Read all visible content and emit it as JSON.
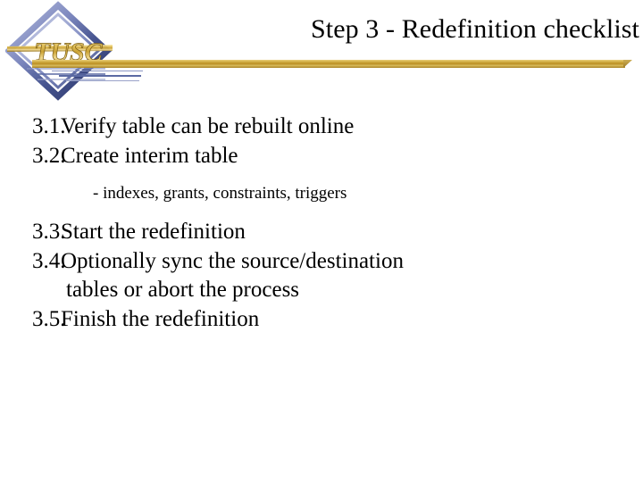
{
  "slide": {
    "title": "Step 3 - Redefinition checklist",
    "background_color": "#ffffff",
    "text_color": "#000000"
  },
  "logo": {
    "name": "TUSC",
    "wordmark": "TUSC",
    "diamond_outer_color": "#3b4a86",
    "diamond_inner_color": "#9aa4d2",
    "wordmark_gold_light": "#f3dd9b",
    "wordmark_gold_dark": "#96701a"
  },
  "rules": {
    "gold_color": "#bb8f24",
    "blue_color": "#5b6aa3"
  },
  "content": {
    "items": [
      {
        "number": "3.1.",
        "text": "Verify table can be rebuilt online",
        "wrap": ""
      },
      {
        "number": "3.2.",
        "text": "Create interim table",
        "wrap": ""
      }
    ],
    "subitem": "- indexes, grants, constraints, triggers",
    "items2": [
      {
        "number": "3.3.",
        "text": "Start the redefinition",
        "wrap": ""
      },
      {
        "number": "3.4.",
        "text": "Optionally sync the source/destination",
        "wrap": "tables or abort the process"
      },
      {
        "number": "3.5.",
        "text": "Finish the redefinition",
        "wrap": ""
      }
    ]
  }
}
